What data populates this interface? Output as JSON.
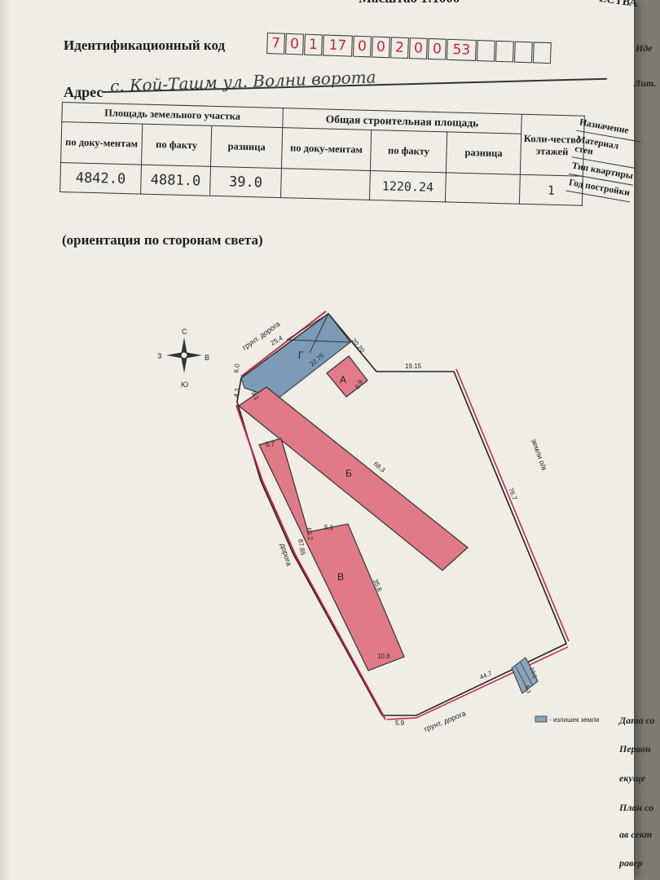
{
  "header": {
    "top_cut_text": "Масштаб 1:1000",
    "top_right_cut_text": "ЕСТВА",
    "id_label": "Идентификационный код",
    "id_digits": [
      "7",
      "0",
      "1",
      "17",
      "0",
      "0",
      "2",
      "0",
      "0",
      "53",
      "",
      "",
      "",
      ""
    ],
    "address_label": "Адрес",
    "address_value": "с. Кой-Ташм ул. Волни ворота"
  },
  "table": {
    "land_area_header": "Площадь земельного участка",
    "build_area_header": "Общая строительная площадь",
    "floors_header": "Коли-чество этажей",
    "col_docs": "по доку-ментам",
    "col_fact": "по факту",
    "col_diff": "разница",
    "land_docs": "4842.0",
    "land_fact": "4881.0",
    "land_diff": "39.0",
    "build_docs": "",
    "build_fact": "1220.24",
    "build_diff": "",
    "floors": "1"
  },
  "side_column": {
    "purpose": "Назначение",
    "wall_material": "Материал стен",
    "apartment_type": "Тип квартиры",
    "year_built": "Год постройки"
  },
  "right_margin": {
    "ide": "Иде",
    "lit": "Лит.",
    "lines": [
      "Дата со",
      "Первон",
      "екуще",
      "План со",
      "ав сект",
      "равер"
    ]
  },
  "orientation_label": "(ориентация по сторонам света)",
  "compass": {
    "north": "С",
    "south": "Ю",
    "west": "З",
    "east": "В"
  },
  "plan": {
    "labels": {
      "top_road": "грунт. дорога",
      "bottom_road": "грунт. дорога",
      "left_road": "дорога",
      "right_side": "земли о/в",
      "building_a": "А",
      "building_b": "Б",
      "building_v": "В",
      "building_g": "Г",
      "legend": "- излишек земли"
    },
    "dimensions": {
      "top_edge": "25.4",
      "top_right_edge": "20.20",
      "top_inner": "22.75",
      "left_small_a": "6.0",
      "left_small_b": "4.3",
      "right_top_edge": "19.15",
      "right_edge": "76.7",
      "bottom_right_edge": "44.7",
      "bottom_left_edge": "5.9",
      "left_outer": "87.85",
      "left_inner": "63.2",
      "b_top": "9.1",
      "b_length": "68.3",
      "v_top_small": "5.7",
      "v_mid": "5.1",
      "v_length": "35.8",
      "v_bottom": "10.8",
      "a_side": "6.9",
      "excess_a": "19.0",
      "excess_b": "5.3"
    }
  }
}
